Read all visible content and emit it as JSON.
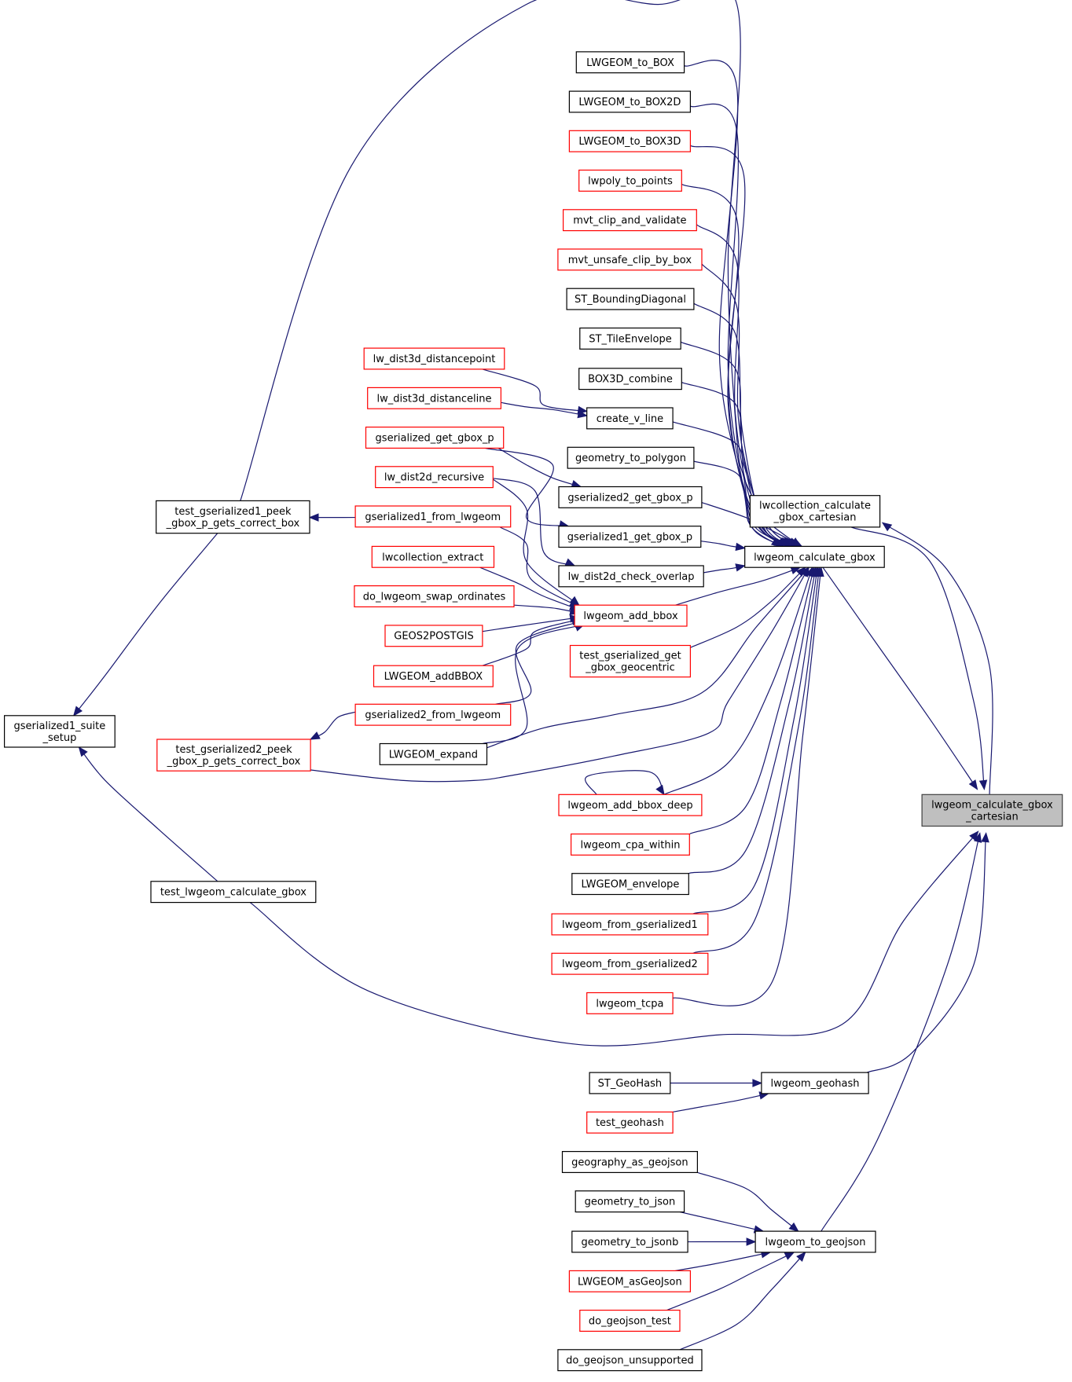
{
  "colors": {
    "edge": "#191970",
    "node_black_border": "#000000",
    "node_red_border": "#ff0000",
    "root_fill": "#bfbfbf",
    "root_border": "#404040"
  },
  "nodes": [
    {
      "id": "root",
      "lines": [
        "lwgeom_calculate_gbox",
        "_cartesian"
      ],
      "border": "root"
    },
    {
      "id": "lwcoll_gbox_cart",
      "lines": [
        "lwcollection_calculate",
        "_gbox_cartesian"
      ],
      "border": "black"
    },
    {
      "id": "lwgeom_calc_gbox",
      "lines": [
        "lwgeom_calculate_gbox"
      ],
      "border": "black"
    },
    {
      "id": "lwgeom_geohash",
      "lines": [
        "lwgeom_geohash"
      ],
      "border": "black"
    },
    {
      "id": "lwgeom_to_geojson",
      "lines": [
        "lwgeom_to_geojson"
      ],
      "border": "black"
    },
    {
      "id": "gs1_suite_setup",
      "lines": [
        "gserialized1_suite",
        "_setup"
      ],
      "border": "black"
    },
    {
      "id": "test_gs1_peek",
      "lines": [
        "test_gserialized1_peek",
        "_gbox_p_gets_correct_box"
      ],
      "border": "black"
    },
    {
      "id": "test_gs2_peek",
      "lines": [
        "test_gserialized2_peek",
        "_gbox_p_gets_correct_box"
      ],
      "border": "red"
    },
    {
      "id": "test_lwgeom_calc_gbox",
      "lines": [
        "test_lwgeom_calculate_gbox"
      ],
      "border": "black"
    },
    {
      "id": "lw_dist3d_distpoint",
      "lines": [
        "lw_dist3d_distancepoint"
      ],
      "border": "red"
    },
    {
      "id": "lw_dist3d_distline",
      "lines": [
        "lw_dist3d_distanceline"
      ],
      "border": "red"
    },
    {
      "id": "gs_get_gbox_p",
      "lines": [
        "gserialized_get_gbox_p"
      ],
      "border": "red"
    },
    {
      "id": "lw_dist2d_recursive",
      "lines": [
        "lw_dist2d_recursive"
      ],
      "border": "red"
    },
    {
      "id": "gs1_from_lwgeom",
      "lines": [
        "gserialized1_from_lwgeom"
      ],
      "border": "red"
    },
    {
      "id": "lwcoll_extract",
      "lines": [
        "lwcollection_extract"
      ],
      "border": "red"
    },
    {
      "id": "do_swap_ord",
      "lines": [
        "do_lwgeom_swap_ordinates"
      ],
      "border": "red"
    },
    {
      "id": "geos2postgis",
      "lines": [
        "GEOS2POSTGIS"
      ],
      "border": "red"
    },
    {
      "id": "lwgeom_addbbox_cap",
      "lines": [
        "LWGEOM_addBBOX"
      ],
      "border": "red"
    },
    {
      "id": "gs2_from_lwgeom",
      "lines": [
        "gserialized2_from_lwgeom"
      ],
      "border": "red"
    },
    {
      "id": "lwgeom_to_box",
      "lines": [
        "LWGEOM_to_BOX"
      ],
      "border": "black"
    },
    {
      "id": "lwgeom_to_box2d",
      "lines": [
        "LWGEOM_to_BOX2D"
      ],
      "border": "black"
    },
    {
      "id": "lwgeom_to_box3d",
      "lines": [
        "LWGEOM_to_BOX3D"
      ],
      "border": "red"
    },
    {
      "id": "lwpoly_to_points",
      "lines": [
        "lwpoly_to_points"
      ],
      "border": "red"
    },
    {
      "id": "mvt_clip_validate",
      "lines": [
        "mvt_clip_and_validate"
      ],
      "border": "red"
    },
    {
      "id": "mvt_unsafe_clip",
      "lines": [
        "mvt_unsafe_clip_by_box"
      ],
      "border": "red"
    },
    {
      "id": "st_bounding_diag",
      "lines": [
        "ST_BoundingDiagonal"
      ],
      "border": "black"
    },
    {
      "id": "st_tile_envelope",
      "lines": [
        "ST_TileEnvelope"
      ],
      "border": "black"
    },
    {
      "id": "box3d_combine",
      "lines": [
        "BOX3D_combine"
      ],
      "border": "black"
    },
    {
      "id": "create_v_line",
      "lines": [
        "create_v_line"
      ],
      "border": "black"
    },
    {
      "id": "geometry_to_polygon",
      "lines": [
        "geometry_to_polygon"
      ],
      "border": "black"
    },
    {
      "id": "gs2_get_gbox_p",
      "lines": [
        "gserialized2_get_gbox_p"
      ],
      "border": "black"
    },
    {
      "id": "gs1_get_gbox_p",
      "lines": [
        "gserialized1_get_gbox_p"
      ],
      "border": "black"
    },
    {
      "id": "lw_dist2d_check_overlap",
      "lines": [
        "lw_dist2d_check_overlap"
      ],
      "border": "black"
    },
    {
      "id": "lwgeom_add_bbox",
      "lines": [
        "lwgeom_add_bbox"
      ],
      "border": "red"
    },
    {
      "id": "test_gs_get_gbox_geoc",
      "lines": [
        "test_gserialized_get",
        "_gbox_geocentric"
      ],
      "border": "red"
    },
    {
      "id": "lwgeom_expand",
      "lines": [
        "LWGEOM_expand"
      ],
      "border": "black"
    },
    {
      "id": "lwgeom_add_bbox_deep",
      "lines": [
        "lwgeom_add_bbox_deep"
      ],
      "border": "red"
    },
    {
      "id": "lwgeom_cpa_within",
      "lines": [
        "lwgeom_cpa_within"
      ],
      "border": "red"
    },
    {
      "id": "lwgeom_envelope",
      "lines": [
        "LWGEOM_envelope"
      ],
      "border": "black"
    },
    {
      "id": "lwgeom_from_gs1",
      "lines": [
        "lwgeom_from_gserialized1"
      ],
      "border": "red"
    },
    {
      "id": "lwgeom_from_gs2",
      "lines": [
        "lwgeom_from_gserialized2"
      ],
      "border": "red"
    },
    {
      "id": "lwgeom_tcpa",
      "lines": [
        "lwgeom_tcpa"
      ],
      "border": "red"
    },
    {
      "id": "st_geohash",
      "lines": [
        "ST_GeoHash"
      ],
      "border": "black"
    },
    {
      "id": "test_geohash",
      "lines": [
        "test_geohash"
      ],
      "border": "red"
    },
    {
      "id": "geography_as_geojson",
      "lines": [
        "geography_as_geojson"
      ],
      "border": "black"
    },
    {
      "id": "geometry_to_json",
      "lines": [
        "geometry_to_json"
      ],
      "border": "black"
    },
    {
      "id": "geometry_to_jsonb",
      "lines": [
        "geometry_to_jsonb"
      ],
      "border": "black"
    },
    {
      "id": "lwgeom_asgeojson_cap",
      "lines": [
        "LWGEOM_asGeoJson"
      ],
      "border": "red"
    },
    {
      "id": "do_geojson_test",
      "lines": [
        "do_geojson_test"
      ],
      "border": "red"
    },
    {
      "id": "do_geojson_unsupported",
      "lines": [
        "do_geojson_unsupported"
      ],
      "border": "black"
    }
  ],
  "edges": [
    {
      "from": "lwcoll_gbox_cart",
      "to": "root"
    },
    {
      "from": "lwgeom_calc_gbox",
      "to": "root"
    },
    {
      "from": "lwgeom_geohash",
      "to": "root"
    },
    {
      "from": "lwgeom_to_geojson",
      "to": "root"
    },
    {
      "from": "test_lwgeom_calc_gbox",
      "to": "root"
    },
    {
      "from": "root",
      "to": "lwcoll_gbox_cart"
    },
    {
      "from": "test_gs1_peek",
      "to": "lwgeom_calc_gbox"
    },
    {
      "from": "test_gs2_peek",
      "to": "lwgeom_calc_gbox"
    },
    {
      "from": "test_lwgeom_calc_gbox",
      "to": "gs1_suite_setup"
    },
    {
      "from": "test_gs1_peek",
      "to": "gs1_suite_setup"
    },
    {
      "from": "gs1_from_lwgeom",
      "to": "test_gs1_peek"
    },
    {
      "from": "gs2_from_lwgeom",
      "to": "test_gs2_peek"
    },
    {
      "from": "lw_dist3d_distpoint",
      "to": "create_v_line"
    },
    {
      "from": "lw_dist3d_distline",
      "to": "create_v_line"
    },
    {
      "from": "gs_get_gbox_p",
      "to": "gs2_get_gbox_p"
    },
    {
      "from": "gs_get_gbox_p",
      "to": "gs1_get_gbox_p"
    },
    {
      "from": "lw_dist2d_recursive",
      "to": "lw_dist2d_check_overlap"
    },
    {
      "from": "lw_dist2d_recursive",
      "to": "lwgeom_add_bbox"
    },
    {
      "from": "gs1_from_lwgeom",
      "to": "lwgeom_add_bbox"
    },
    {
      "from": "lwcoll_extract",
      "to": "lwgeom_add_bbox"
    },
    {
      "from": "do_swap_ord",
      "to": "lwgeom_add_bbox"
    },
    {
      "from": "geos2postgis",
      "to": "lwgeom_add_bbox"
    },
    {
      "from": "lwgeom_addbbox_cap",
      "to": "lwgeom_add_bbox"
    },
    {
      "from": "gs2_from_lwgeom",
      "to": "lwgeom_add_bbox"
    },
    {
      "from": "lwgeom_expand",
      "to": "lwgeom_add_bbox"
    },
    {
      "from": "lwgeom_to_box",
      "to": "lwgeom_calc_gbox"
    },
    {
      "from": "lwgeom_to_box2d",
      "to": "lwgeom_calc_gbox"
    },
    {
      "from": "lwgeom_to_box3d",
      "to": "lwgeom_calc_gbox"
    },
    {
      "from": "lwpoly_to_points",
      "to": "lwgeom_calc_gbox"
    },
    {
      "from": "mvt_clip_validate",
      "to": "lwgeom_calc_gbox"
    },
    {
      "from": "mvt_unsafe_clip",
      "to": "lwgeom_calc_gbox"
    },
    {
      "from": "st_bounding_diag",
      "to": "lwgeom_calc_gbox"
    },
    {
      "from": "st_tile_envelope",
      "to": "lwgeom_calc_gbox"
    },
    {
      "from": "box3d_combine",
      "to": "lwgeom_calc_gbox"
    },
    {
      "from": "create_v_line",
      "to": "lwgeom_calc_gbox"
    },
    {
      "from": "geometry_to_polygon",
      "to": "lwgeom_calc_gbox"
    },
    {
      "from": "gs2_get_gbox_p",
      "to": "lwgeom_calc_gbox"
    },
    {
      "from": "gs1_get_gbox_p",
      "to": "lwgeom_calc_gbox"
    },
    {
      "from": "lw_dist2d_check_overlap",
      "to": "lwgeom_calc_gbox"
    },
    {
      "from": "lwgeom_add_bbox",
      "to": "lwgeom_calc_gbox"
    },
    {
      "from": "test_gs_get_gbox_geoc",
      "to": "lwgeom_calc_gbox"
    },
    {
      "from": "lwgeom_expand",
      "to": "lwgeom_calc_gbox"
    },
    {
      "from": "lwgeom_add_bbox_deep",
      "to": "lwgeom_calc_gbox"
    },
    {
      "from": "lwgeom_add_bbox_deep",
      "to": "lwgeom_add_bbox_deep"
    },
    {
      "from": "lwgeom_cpa_within",
      "to": "lwgeom_calc_gbox"
    },
    {
      "from": "lwgeom_envelope",
      "to": "lwgeom_calc_gbox"
    },
    {
      "from": "lwgeom_from_gs1",
      "to": "lwgeom_calc_gbox"
    },
    {
      "from": "lwgeom_from_gs2",
      "to": "lwgeom_calc_gbox"
    },
    {
      "from": "lwgeom_tcpa",
      "to": "lwgeom_calc_gbox"
    },
    {
      "from": "st_geohash",
      "to": "lwgeom_geohash"
    },
    {
      "from": "test_geohash",
      "to": "lwgeom_geohash"
    },
    {
      "from": "geography_as_geojson",
      "to": "lwgeom_to_geojson"
    },
    {
      "from": "geometry_to_json",
      "to": "lwgeom_to_geojson"
    },
    {
      "from": "geometry_to_jsonb",
      "to": "lwgeom_to_geojson"
    },
    {
      "from": "lwgeom_asgeojson_cap",
      "to": "lwgeom_to_geojson"
    },
    {
      "from": "do_geojson_test",
      "to": "lwgeom_to_geojson"
    },
    {
      "from": "do_geojson_unsupported",
      "to": "lwgeom_to_geojson"
    }
  ]
}
